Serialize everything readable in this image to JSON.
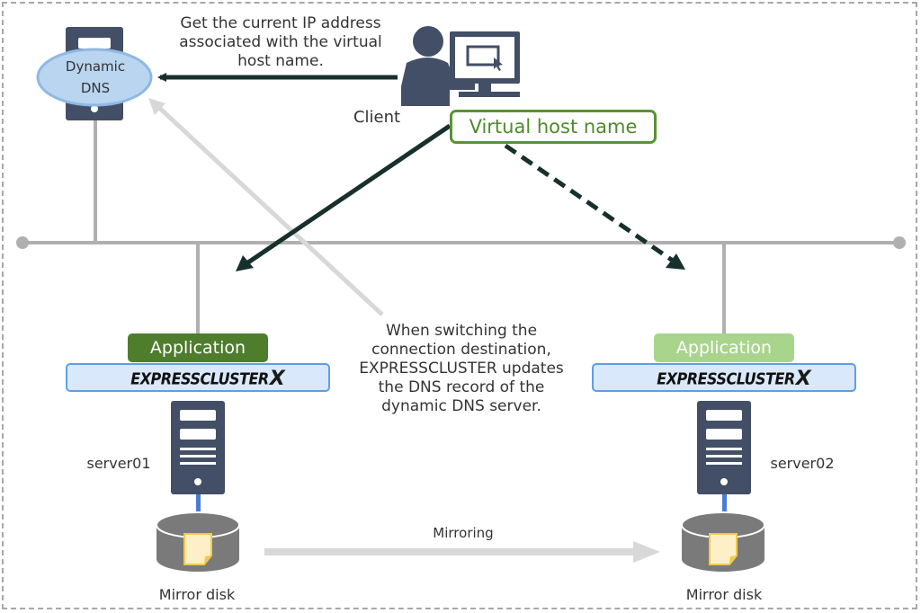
{
  "colors": {
    "server_body": "#434f66",
    "network_line": "#b0b0b0",
    "arrow_dark": "#17302d",
    "arrow_light": "#d8d8d8",
    "vhost_green": "#5a9234",
    "app_active": "#4e7d2c",
    "app_standby": "#a9d48c",
    "ecx_fill": "#d9e8fb",
    "ecx_border": "#5d9ee6",
    "disk_gray": "#7a7a7a",
    "file_fill": "#fdf0c8",
    "file_border": "#f2c94c",
    "dns_ellipse": "#b9d5ef"
  },
  "dns_server": {
    "label_line1": "Dynamic",
    "label_line2": "DNS",
    "icon": "server-icon"
  },
  "client": {
    "label": "Client",
    "icon": "user-computer-icon"
  },
  "virtual_host": {
    "label": "Virtual host name"
  },
  "callouts": {
    "query": {
      "line1": "Get the current IP address",
      "line2": "associated with the virtual",
      "line3": "host name."
    },
    "update": {
      "line1": "When switching the",
      "line2": "connection destination,",
      "line3": "EXPRESSCLUSTER updates",
      "line4": "the DNS record of the",
      "line5": "dynamic DNS server."
    }
  },
  "nodes": [
    {
      "server": "server01",
      "application": "Application",
      "application_state": "active",
      "cluster_software": "EXPRESSCLUSTER",
      "cluster_suffix": "X",
      "disk": "Mirror disk"
    },
    {
      "server": "server02",
      "application": "Application",
      "application_state": "standby",
      "cluster_software": "EXPRESSCLUSTER",
      "cluster_suffix": "X",
      "disk": "Mirror disk"
    }
  ],
  "mirroring": {
    "label": "Mirroring"
  }
}
